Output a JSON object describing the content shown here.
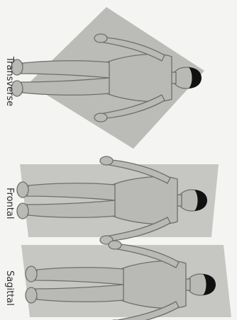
{
  "planes": [
    {
      "id": "transverse",
      "label": "Transverse"
    },
    {
      "id": "frontal",
      "label": "Frontal"
    },
    {
      "id": "sagittal",
      "label": "Sagittal"
    }
  ],
  "colors": {
    "background": "#f4f4f2",
    "body_fill": "#b9b9b6",
    "body_stroke": "#6e6e6a",
    "hair": "#111111",
    "plane_fill": "#8d8d89"
  },
  "icons": [
    "human-figure",
    "plane-shape"
  ]
}
